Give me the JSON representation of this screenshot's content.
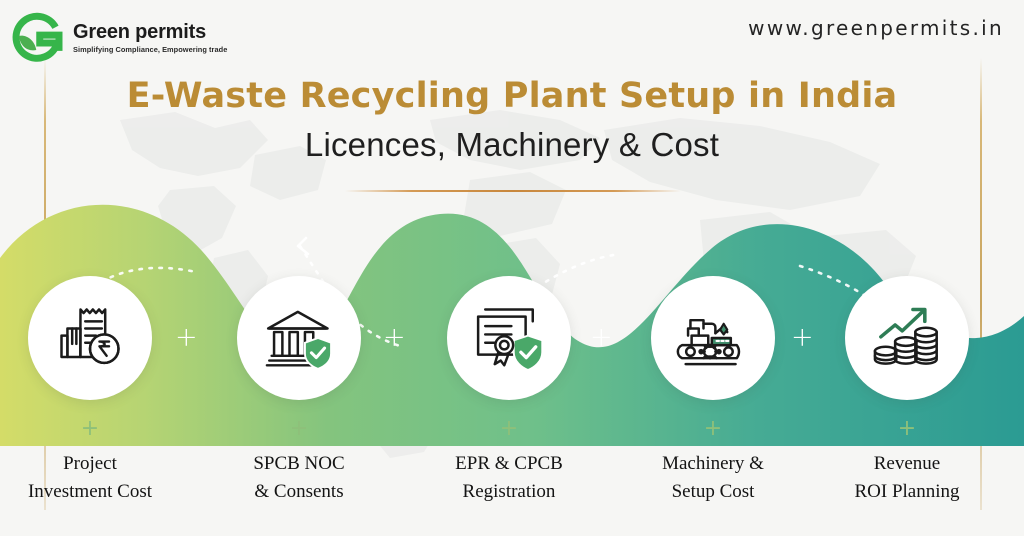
{
  "brand": {
    "logo_icon": "green-permits-g-logo",
    "name": "Green permits",
    "tagline": "Simplifying Compliance, Empowering trade",
    "accent_green": "#36b54a",
    "leaf_green": "#4caf50"
  },
  "site_url": "www.greenpermits.in",
  "heading": {
    "title": "E-Waste Recycling Plant Setup in India",
    "subtitle": "Licences, Machinery & Cost",
    "title_color": "#bb8c35",
    "subtitle_color": "#1f1f1f",
    "divider_color": "#c8873c"
  },
  "wave": {
    "gradient_from": "#cfdc6a",
    "gradient_mid": "#78c07a",
    "gradient_to": "#2f9e94",
    "arrow_style": "dotted-curved"
  },
  "steps": [
    {
      "id": "project-investment-cost",
      "icon": "invoice-rupee-icon",
      "label_line1": "Project",
      "label_line2": "Investment Cost",
      "separator": "+",
      "tick": "+"
    },
    {
      "id": "spcb-noc-consents",
      "icon": "government-building-shield-icon",
      "label_line1": "SPCB NOC",
      "label_line2": "& Consents",
      "separator": "+",
      "tick": "+"
    },
    {
      "id": "epr-cpcb-registration",
      "icon": "certificate-shield-icon",
      "label_line1": "EPR & CPCB",
      "label_line2": "Registration",
      "separator": "+",
      "tick": "+"
    },
    {
      "id": "machinery-setup-cost",
      "icon": "conveyor-machinery-icon",
      "label_line1": "Machinery &",
      "label_line2": "Setup Cost",
      "separator": "+",
      "tick": "+"
    },
    {
      "id": "revenue-roi-planning",
      "icon": "coin-stack-growth-arrow-icon",
      "label_line1": "Revenue",
      "label_line2": "ROI Planning",
      "separator": "",
      "tick": "+"
    }
  ]
}
